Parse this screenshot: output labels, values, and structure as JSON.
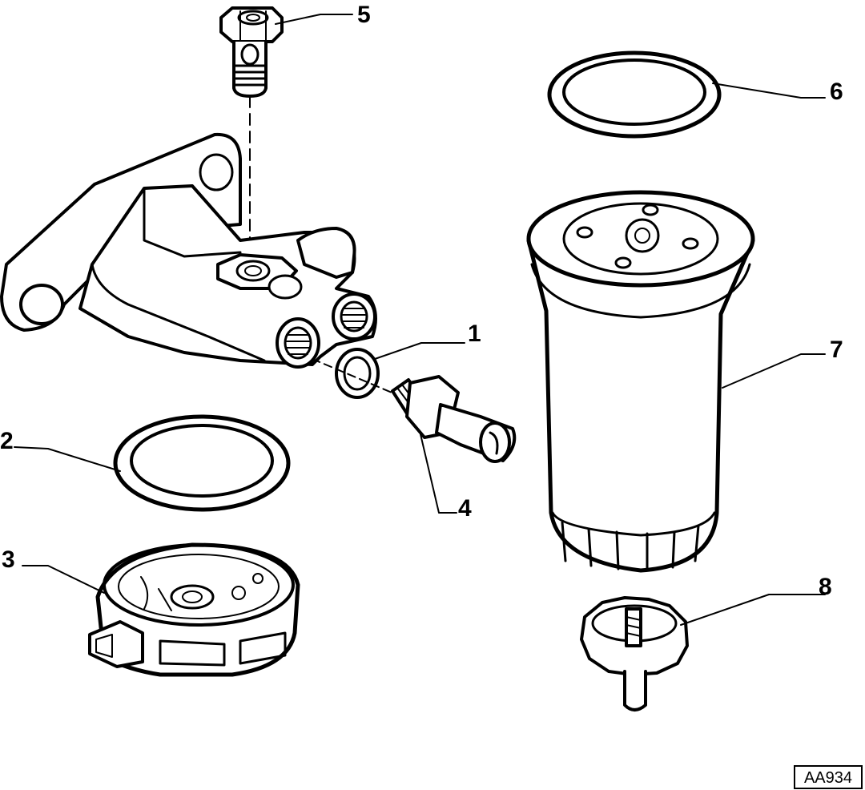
{
  "diagram": {
    "reference_code": "AA934",
    "callouts": [
      "1",
      "2",
      "3",
      "4",
      "5",
      "6",
      "7",
      "8"
    ]
  },
  "colors": {
    "line": "#000000",
    "background": "#ffffff"
  }
}
